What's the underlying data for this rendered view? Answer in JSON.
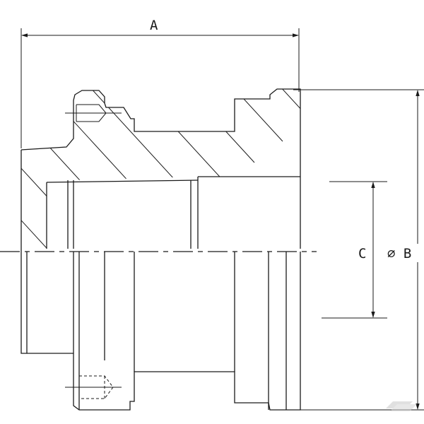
{
  "dimensions": {
    "a": "A",
    "b": "⌀ B",
    "c": "C"
  },
  "colors": {
    "ink": "#1a1a1a",
    "background": "#ffffff",
    "watermark": "#c8c8c8"
  },
  "watermark": {
    "icon": "brand-logo-icon"
  }
}
